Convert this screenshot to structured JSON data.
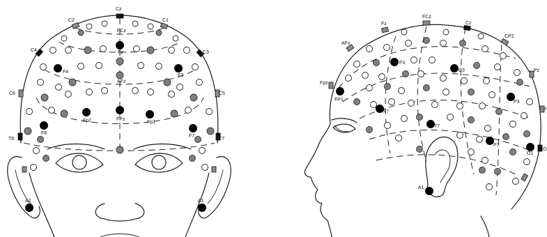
{
  "front": {
    "edge_labels": {
      "cz": "Cz",
      "c2": "C2",
      "c1": "C1",
      "c4": "C4",
      "c3": "C3",
      "c6": "C6",
      "c5": "C5",
      "t8": "T8",
      "t7": "T7"
    },
    "labels": {
      "fcz": "FCz",
      "fz": "Fz",
      "afz": "AFz",
      "fpz": "FPz",
      "f4": "F4",
      "f3": "F3",
      "fp2": "Fp2",
      "fp1": "Fp1",
      "f8": "F8",
      "f7": "F7",
      "a2": "A2",
      "a1": "A1"
    }
  },
  "side": {
    "edge_labels": {
      "fcz": "FCz",
      "fz": "Fz",
      "cz": "Cz",
      "cp2": "CP2",
      "afz": "AFz",
      "pz": "Pz",
      "fpz": "Fpz",
      "p_edge": "P",
      "o_edge": "O"
    },
    "labels": {
      "fp1": "FP1",
      "f3": "F3",
      "c3": "C3",
      "p3": "P3",
      "f7": "F7",
      "t7": "T7",
      "p7": "P7",
      "o1": "O1",
      "a1": "A1"
    }
  }
}
